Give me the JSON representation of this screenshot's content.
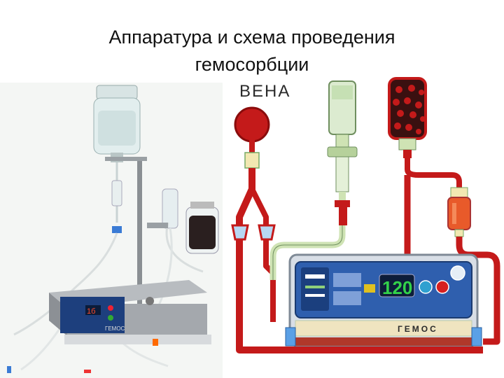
{
  "slide": {
    "title_line1": "Аппаратура и схема проведения",
    "title_line2": "гемосорбции"
  },
  "photo": {
    "device_brand": "ГЕМОС",
    "display_value": "1б"
  },
  "scheme": {
    "vein_label": "ВЕНА",
    "display_value": "120",
    "device_brand": "ГЕМОС",
    "colors": {
      "blood": "#c41a1a",
      "tube_green": "#cfe3b4",
      "panel_blue": "#2f5fae",
      "sorbent_dark": "#3a1010"
    }
  }
}
